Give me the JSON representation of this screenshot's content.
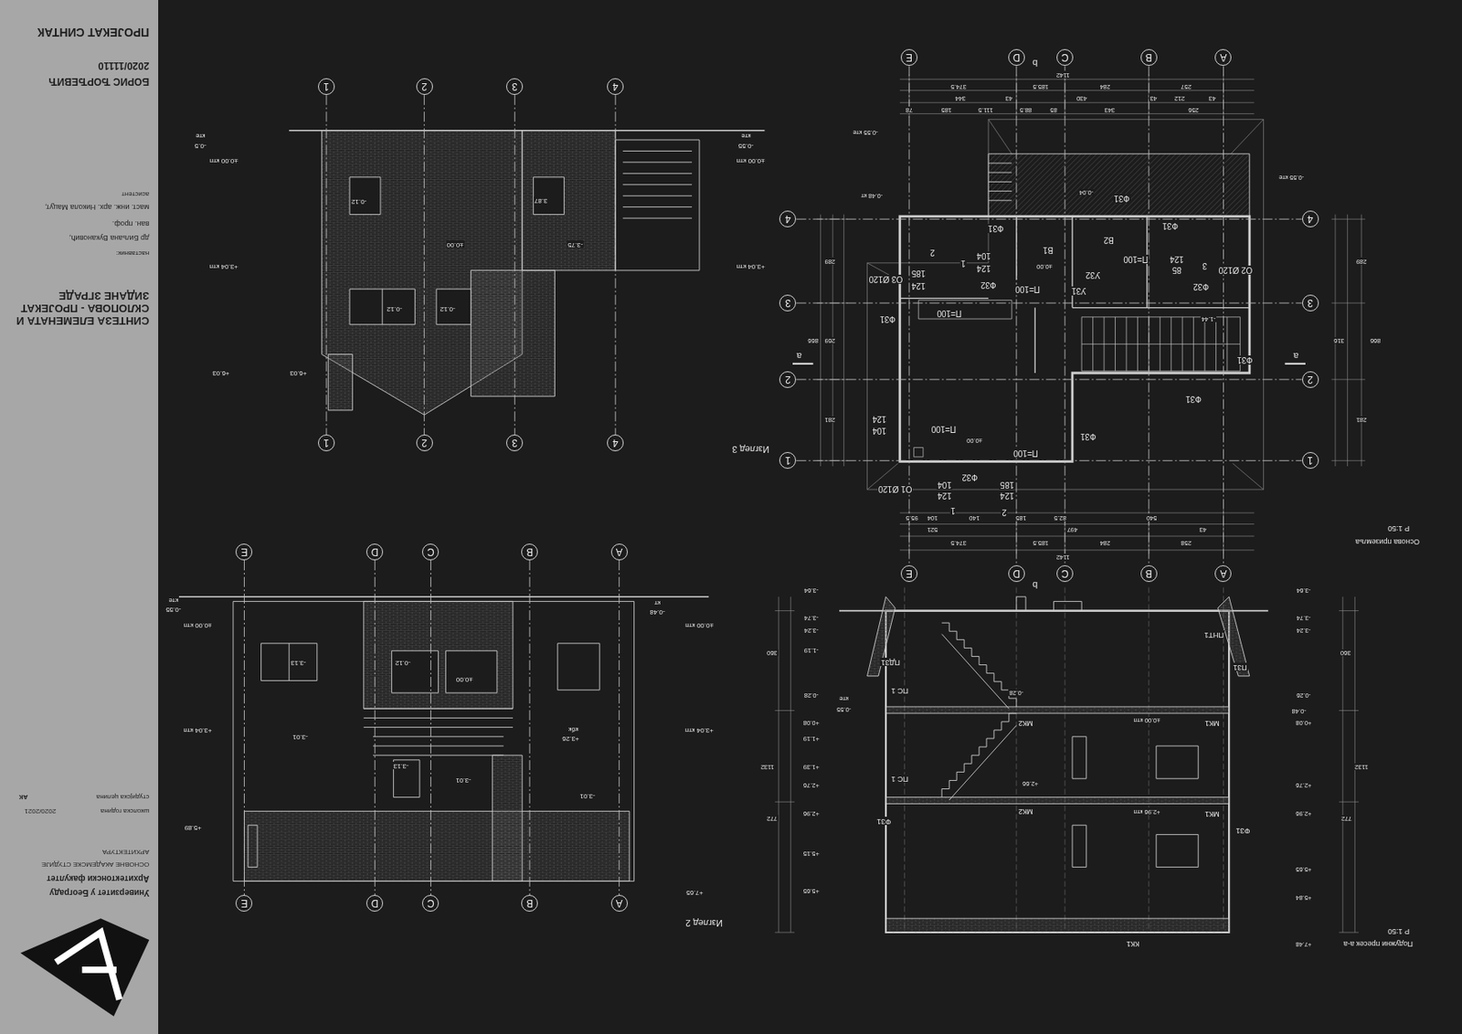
{
  "diagram": {
    "nodes": [
      {
        "text": [
          "Универзитет у Београду",
          "Архитектонски факултет",
          "ОСНОВНЕ АКАДЕМСКЕ СТУДИЈЕ",
          "АРХИТЕКТУРА",
          "школска година",
          "2020/2021",
          "студијска целина",
          "АК",
          "СИНТЕЗА ЕЛЕМЕНАТА И СКЛОПОВА - ПРОЈЕКАТ ЗИДАНЕ ЗГРАДЕ",
          "наставник:",
          "др Биљана Вукановић,",
          "ван. проф.",
          "маст. инж. арх. Никола Мацут,",
          "асистент",
          "БОРИС ЂОРЂЕВИЋ",
          "2020/11110",
          "ПРОЈЕКАТ СИНТАК"
        ]
      },
      {
        "text": [
          "E"
        ]
      },
      {
        "text": [
          "D"
        ]
      },
      {
        "text": [
          "C"
        ]
      },
      {
        "text": [
          "B"
        ]
      },
      {
        "text": [
          "A"
        ]
      },
      {
        "text": [
          "E"
        ]
      },
      {
        "text": [
          "D"
        ]
      },
      {
        "text": [
          "C"
        ]
      },
      {
        "text": [
          "B"
        ]
      },
      {
        "text": [
          "A"
        ]
      },
      {
        "text": [
          "4"
        ]
      },
      {
        "text": [
          "3"
        ]
      },
      {
        "text": [
          "2"
        ]
      },
      {
        "text": [
          "1"
        ]
      },
      {
        "text": [
          "4"
        ]
      },
      {
        "text": [
          "3"
        ]
      },
      {
        "text": [
          "2"
        ]
      },
      {
        "text": [
          "1"
        ]
      },
      {
        "text": [
          "1"
        ]
      },
      {
        "text": [
          "2"
        ]
      },
      {
        "text": [
          "3"
        ]
      },
      {
        "text": [
          "4"
        ]
      },
      {
        "text": [
          "1"
        ]
      },
      {
        "text": [
          "2"
        ]
      },
      {
        "text": [
          "3"
        ]
      },
      {
        "text": [
          "4"
        ]
      },
      {
        "text": [
          "E"
        ]
      },
      {
        "text": [
          "D"
        ]
      },
      {
        "text": [
          "C"
        ]
      },
      {
        "text": [
          "B"
        ]
      },
      {
        "text": [
          "A"
        ]
      },
      {
        "text": [
          "E"
        ]
      },
      {
        "text": [
          "D"
        ]
      },
      {
        "text": [
          "C"
        ]
      },
      {
        "text": [
          "B"
        ]
      },
      {
        "text": [
          "A"
        ]
      }
    ],
    "edges": [
      {
        "from": 1,
        "to": 6,
        "arrow": "none"
      },
      {
        "from": 2,
        "to": 7,
        "arrow": "none"
      },
      {
        "from": 3,
        "to": 8,
        "arrow": "none"
      },
      {
        "from": 4,
        "to": 9,
        "arrow": "none"
      },
      {
        "from": 5,
        "to": 10,
        "arrow": "none"
      },
      {
        "from": 11,
        "to": 15,
        "arrow": "none"
      },
      {
        "from": 12,
        "to": 16,
        "arrow": "none"
      },
      {
        "from": 13,
        "to": 17,
        "arrow": "none"
      },
      {
        "from": 14,
        "to": 18,
        "arrow": "none"
      },
      {
        "from": 19,
        "to": 23,
        "arrow": "none"
      },
      {
        "from": 20,
        "to": 24,
        "arrow": "none"
      },
      {
        "from": 21,
        "to": 25,
        "arrow": "none"
      },
      {
        "from": 22,
        "to": 26,
        "arrow": "none"
      },
      {
        "from": 27,
        "to": 32,
        "arrow": "none"
      },
      {
        "from": 28,
        "to": 33,
        "arrow": "none"
      },
      {
        "from": 29,
        "to": 34,
        "arrow": "none"
      },
      {
        "from": 30,
        "to": 35,
        "arrow": "none"
      },
      {
        "from": 31,
        "to": 36,
        "arrow": "none"
      }
    ],
    "labels": [
      "Изглед 3",
      "Изглед 2",
      "Основа приземља",
      "Р 1:50",
      "Подужни пресек а-а",
      "Р 1:50",
      "-0.5",
      "кте",
      "±0.00 ктп",
      "-0.55",
      "кте",
      "±0.00 ктп",
      "+3.04 ктп",
      "+3.04 ктп",
      "+6.03",
      "+6.03",
      "-0.12",
      "3.87",
      "±0.00",
      "-3.75",
      "-0.12",
      "-0.12",
      "-0.55",
      "кте",
      "-0.48",
      "кт",
      "±0.00 ктп",
      "±0.00 ктп",
      "+3.04 ктп",
      "+3.04 ктп",
      "+5.89",
      "+7.65",
      "-3.13",
      "-0.12",
      "±0.00",
      "-3.01",
      "+3.26",
      "кбк",
      "-3.13",
      "-3.01",
      "-3.01",
      "1142",
      "374.5",
      "185.5",
      "284",
      "257",
      "344",
      "43",
      "430",
      "43",
      "212",
      "43",
      "78",
      "185",
      "111.5",
      "88.5",
      "85",
      "343",
      "256",
      "95.5",
      "104",
      "140",
      "185",
      "82.5",
      "540",
      "521",
      "497",
      "43",
      "374.5",
      "185.5",
      "284",
      "258",
      "1142",
      "866",
      "289",
      "269",
      "281",
      "866",
      "289",
      "316",
      "281",
      "Ф31",
      "Ф31",
      "Ф31",
      "Ф31",
      "Ф31",
      "Ф31",
      "Ф31",
      "Ф32",
      "Ф32",
      "Ф32",
      "П=100",
      "П=100",
      "П=100",
      "П=100",
      "П=100",
      "185",
      "124",
      "104",
      "124",
      "85",
      "124",
      "104",
      "124",
      "104",
      "124",
      "185",
      "124",
      "О3 Ø120",
      "О2 Ø120",
      "О1 Ø120",
      "1",
      "2",
      "3",
      "2",
      "1",
      "У32",
      "У31",
      "В1",
      "В2",
      "a",
      "a",
      "b",
      "b",
      "±0.00",
      "±0.00",
      "-1.44",
      "-0.48 кт",
      "-0.55 кте",
      "-0.55 кте",
      "-0.04",
      "ПС 1",
      "ПС 1",
      "МК1",
      "МК1",
      "МК2",
      "МК2",
      "ПНТ1",
      "П31",
      "Ф31",
      "ПД31",
      "КК1",
      "Ф31",
      "-3.64",
      "-3.74",
      "-3.24",
      "-1.19",
      "-0.28",
      "+0.08",
      "+1.19",
      "+1.39",
      "+2.76",
      "+2.96",
      "+5.15",
      "+5.65",
      "-3.64",
      "-3.74",
      "-3.24",
      "-0.26",
      "-0.48",
      "+0.08",
      "+2.76",
      "+2.96",
      "+5.65",
      "+5.84",
      "+7.48",
      "1132",
      "1132",
      "360",
      "360",
      "772",
      "772",
      "-0.28",
      "+2.66",
      "±0.00 ктп",
      "+2.96 ктп",
      "-0.55",
      "кте"
    ]
  }
}
